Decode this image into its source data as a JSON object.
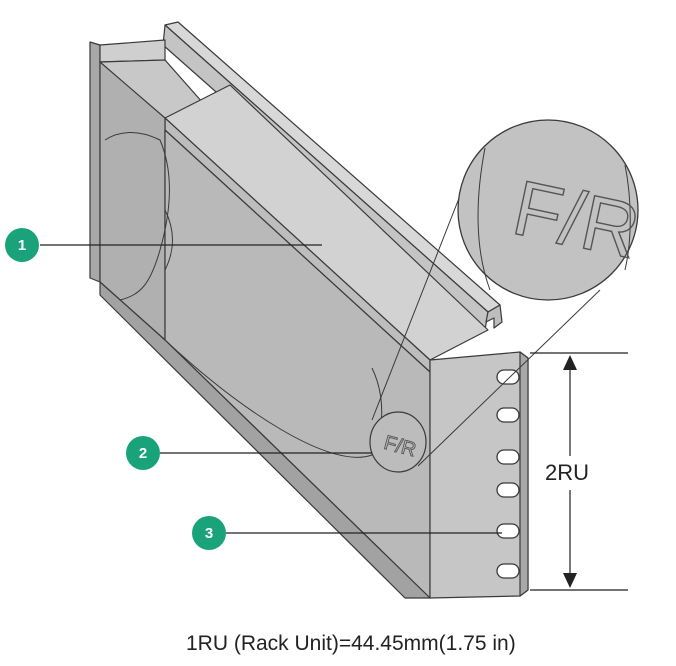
{
  "callouts": [
    {
      "number": "1"
    },
    {
      "number": "2"
    },
    {
      "number": "3"
    }
  ],
  "marking": "F/R",
  "dimension_label": "2RU",
  "caption": "1RU (Rack Unit)=44.45mm(1.75 in)",
  "colors": {
    "callout": "#1aa37a",
    "body_main": "#b9b9b9",
    "body_light": "#cfcfcf",
    "body_dark": "#a2a2a2",
    "outline": "#3a3a3a"
  }
}
